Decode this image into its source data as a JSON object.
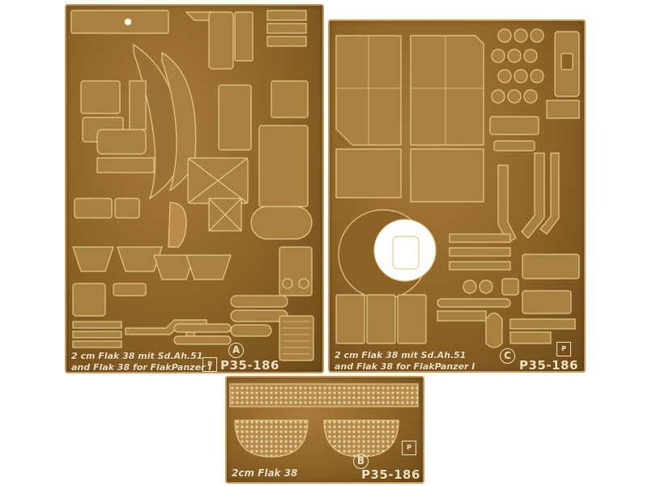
{
  "frets": {
    "a": {
      "title_line1": "2 cm Flak 38 mit Sd.Ah.51",
      "title_line2": "and Flak 38 for FlakPanzer I",
      "letter": "A",
      "code": "P35-186",
      "logo": "P"
    },
    "c": {
      "title_line1": "2 cm Flak 38 mit Sd.Ah.51",
      "title_line2": "and Flak 38 for FlakPanzer I",
      "letter": "C",
      "code": "P35-186",
      "logo": "P"
    },
    "b": {
      "title_line1": "2cm Flak 38",
      "letter": "B",
      "code": "P35-186",
      "logo": "P"
    }
  },
  "colors": {
    "brass": "#8c6226",
    "brass_light": "#c49a5a",
    "etch_text": "#f3e2c2"
  }
}
